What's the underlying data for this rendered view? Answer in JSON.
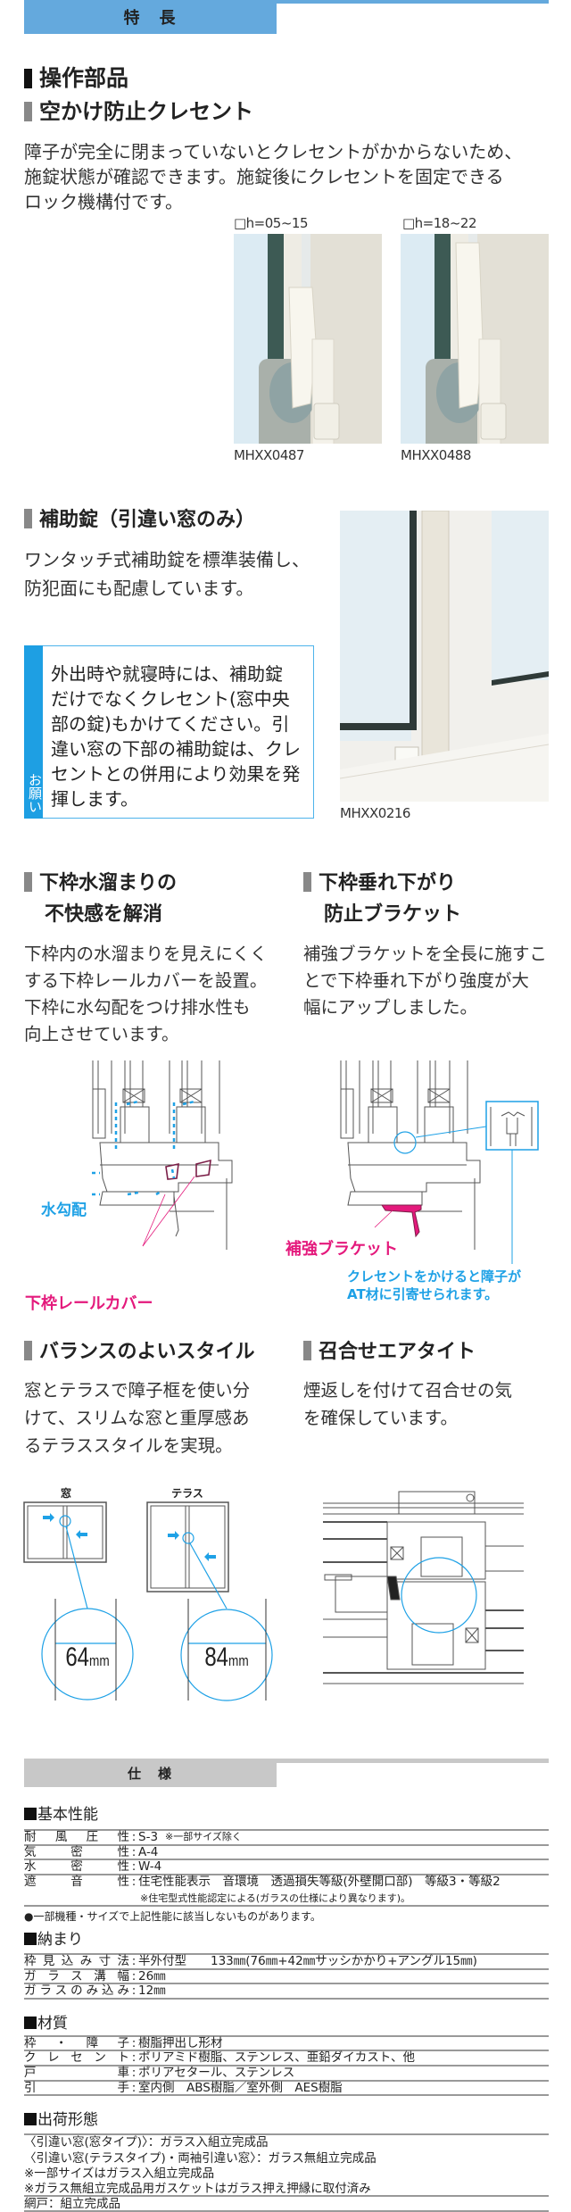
{
  "header": {
    "title": "特　長"
  },
  "crescent": {
    "heading": "操作部品",
    "subheading": "空かけ防止クレセント",
    "body": [
      "障子が完全に閉まっていないとクレセントがかからないため、",
      "施錠状態が確認できます。施錠後にクレセントを固定できる",
      "ロック機構付です。"
    ],
    "photos": [
      {
        "size_label": "□h=05~15",
        "caption": "MHXX0487"
      },
      {
        "size_label": "□h=18~22",
        "caption": "MHXX0488"
      }
    ]
  },
  "aux_lock": {
    "heading": "補助錠（引違い窓のみ）",
    "body": [
      "ワンタッチ式補助錠を標準装備し、",
      "防犯面にも配慮しています。"
    ],
    "note": {
      "tag": "お願い",
      "lines": [
        "外出時や就寝時には、補助錠",
        "だけでなくクレセント(窓中央",
        "部の錠)もかけてください。引",
        "違い窓の下部の補助錠は、クレ",
        "セントとの併用により効果を発",
        "揮します。"
      ]
    },
    "photo_caption": "MHXX0216"
  },
  "features": [
    {
      "heading": [
        "下枠水溜まりの",
        "不快感を解消"
      ],
      "body": [
        "下枠内の水溜まりを見えにくく",
        "する下枠レールカバーを設置。",
        "下枠に水勾配をつけ排水性も",
        "向上させています。"
      ],
      "labels": {
        "slope": "水勾配",
        "rail_cover": "下枠レールカバー"
      }
    },
    {
      "heading": [
        "下枠垂れ下がり",
        "防止ブラケット"
      ],
      "body": [
        "補強ブラケットを全長に施すこ",
        "とで下枠垂れ下がり強度が大",
        "幅にアップしました。"
      ],
      "labels": {
        "bracket": "補強ブラケット",
        "callout": [
          "クレセントをかけると障子が",
          "AT材に引寄せられます。"
        ]
      }
    },
    {
      "heading": [
        "バランスのよいスタイル"
      ],
      "body": [
        "窓とテラスで障子框を使い分",
        "けて、スリムな窓と重厚感あ",
        "るテラススタイルを実現。"
      ],
      "windows": [
        {
          "label": "窓",
          "dimension": "64",
          "unit": "mm"
        },
        {
          "label": "テラス",
          "dimension": "84",
          "unit": "mm"
        }
      ]
    },
    {
      "heading": [
        "召合せエアタイト"
      ],
      "body": [
        "煙返しを付けて召合せの気",
        "を確保しています。"
      ]
    }
  ],
  "spec": {
    "title": "仕　様",
    "basic": {
      "heading": "基本性能",
      "rows": [
        {
          "label": "耐風圧性",
          "value": "S-3",
          "note": "※一部サイズ除く"
        },
        {
          "label": "気密性",
          "value": "A-4"
        },
        {
          "label": "水密性",
          "value": "W-4"
        },
        {
          "label": "遮音性",
          "value": "住宅性能表示　音環境　透過損失等級(外壁開口部)　等級3・等級2",
          "subnote": "※住宅型式性能認定による(ガラスの仕様により異なります)。"
        }
      ],
      "footnote": "●一部機種・サイズで上記性能に該当しないものがあります。"
    },
    "fit": {
      "heading": "納まり",
      "rows": [
        {
          "label": "枠見込み寸法",
          "value": "半外付型　　133㎜(76㎜+42㎜サッシかかり+アングル15㎜)"
        },
        {
          "label": "ガラス溝幅",
          "value": "26㎜"
        },
        {
          "label": "ガラスのみ込み",
          "value": "12㎜"
        }
      ]
    },
    "material": {
      "heading": "材質",
      "rows": [
        {
          "label": "枠・障子",
          "value": "樹脂押出し形材"
        },
        {
          "label": "クレセント",
          "value": "ポリアミド樹脂、ステンレス、亜鉛ダイカスト、他"
        },
        {
          "label": "戸車",
          "value": "ポリアセタール、ステンレス"
        },
        {
          "label": "引手",
          "value": "室内側　ABS樹脂／室外側　AES樹脂"
        }
      ]
    },
    "shipping": {
      "heading": "出荷形態",
      "lines": [
        "〈引違い窓(窓タイプ)〉：ガラス入組立完成品",
        "〈引違い窓(テラスタイプ)・両袖引違い窓〉：ガラス無組立完成品",
        "※一部サイズはガラス入組立完成品",
        "※ガラス無組立完成品用ガスケットはガラス押え押縁に取付済み",
        "網戸：組立完成品"
      ]
    }
  },
  "colors": {
    "accent": "#64a9dd",
    "cyan": "#1ea1e6",
    "magenta": "#e4197c",
    "spec_bar": "#c8c8c8"
  }
}
